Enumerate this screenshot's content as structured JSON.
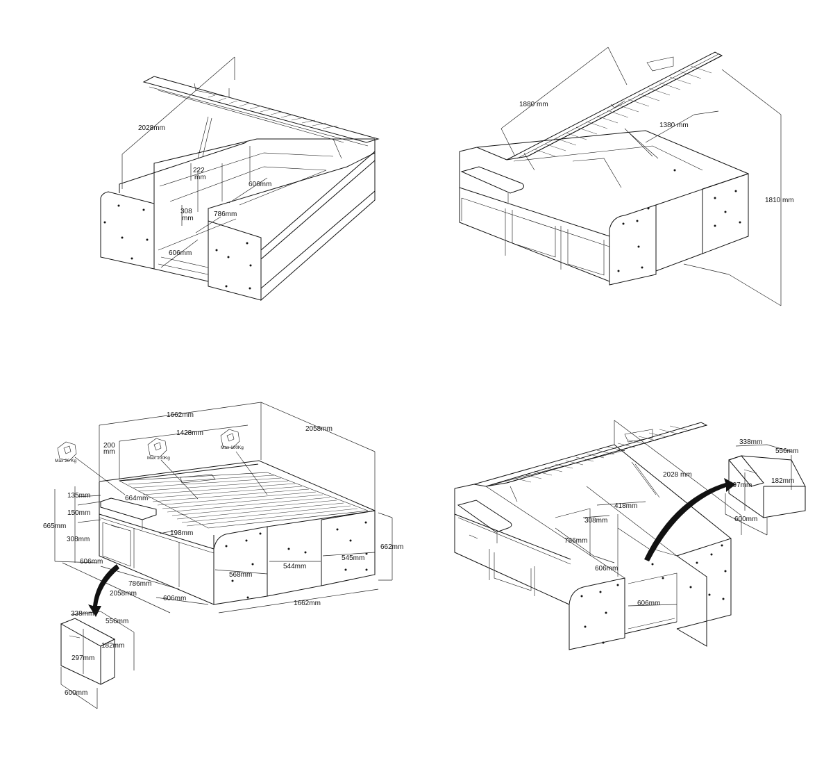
{
  "figures": [
    {
      "id": "top-left",
      "dimensions": [
        "2028mm",
        "222",
        "mm",
        "606mm",
        "308",
        "mm",
        "786mm",
        "606mm"
      ]
    },
    {
      "id": "top-right",
      "dimensions": [
        "1880 mm",
        "1380 mm",
        "1810 mm"
      ]
    },
    {
      "id": "bottom-left",
      "dimensions": [
        "1662mm",
        "1428mm",
        "2058mm",
        "200",
        "mm",
        "135mm",
        "664mm",
        "150mm",
        "665mm",
        "308mm",
        "198mm",
        "606mm",
        "786mm",
        "2058mm",
        "606mm",
        "568mm",
        "544mm",
        "545mm",
        "662mm",
        "1662mm"
      ],
      "load_badges": [
        "Max 20  Kg",
        "Max 100Kg",
        "Max 100Kg"
      ],
      "drawer": {
        "dimensions": [
          "338mm",
          "556mm",
          "182mm",
          "297mm",
          "600mm"
        ]
      }
    },
    {
      "id": "bottom-right",
      "dimensions": [
        "2028 mm",
        "418mm",
        "308mm",
        "786mm",
        "606mm",
        "606mm"
      ],
      "drawer": {
        "dimensions": [
          "338mm",
          "556mm",
          "297mm",
          "182mm",
          "600mm"
        ]
      }
    }
  ]
}
